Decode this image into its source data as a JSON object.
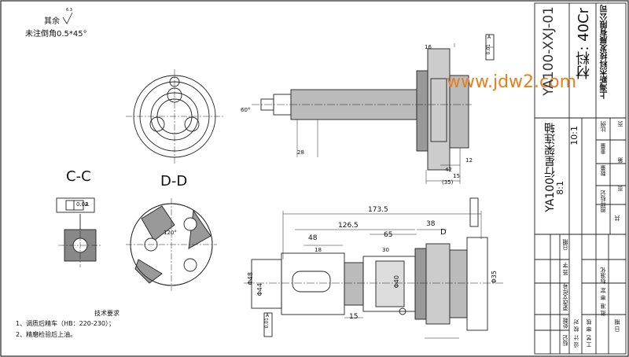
{
  "notes": {
    "rest_label": "其余",
    "roughness": "6.3",
    "chamfer": "未注倒角0.5*45°",
    "tech_title": "技术要求",
    "tech_1": "1、调质后精车（HB：220-230）；",
    "tech_2": "2、精磨检验后上油。"
  },
  "views": {
    "section_c": "C-C",
    "section_d": "D-D",
    "c_tol": "0.02",
    "c_datum": "A",
    "d_angle": "120°"
  },
  "watermark": "www.jdw2.com",
  "dims_top": {
    "d16": "16",
    "d60": "60°",
    "d28": "28",
    "d42": "42",
    "d12": "12",
    "d35": "(35)",
    "d15": "15",
    "tol": "0.01",
    "datum": "A"
  },
  "dims_bottom": {
    "d173": "173.5",
    "d126": "126.5",
    "d65": "65",
    "d48": "48",
    "d38": "38",
    "d30": "30",
    "d15": "15",
    "d18": "18",
    "phi48": "Φ48",
    "phi44": "Φ44",
    "phi40": "Φ40",
    "phi35": "Φ35",
    "sec_d": "D",
    "tol": "0.01",
    "datum": "A"
  },
  "title_block": {
    "drawing_no": "YA100-XXJ-01",
    "material": "材料: 40Cr",
    "company": "上海斯杰科技发展有限公司",
    "part_name": "YA100行星架连轴",
    "scale_a": "10:1",
    "scale_b": "8:1",
    "col_bili": "比例",
    "col_zhongliang": "重量",
    "col_shuliang": "数量",
    "col_tuyang": "图样标记",
    "col_gong": "共",
    "col_ye": "页",
    "col_di": "第",
    "col_ye2": "页",
    "rev_headers": [
      "标记",
      "处数",
      "更改文件号",
      "签 字",
      "日期"
    ],
    "sign_rows": [
      "设 计",
      "校 对",
      "审 核",
      "工 艺"
    ],
    "sign_rows2": [
      "标准化",
      "审 定",
      "批 准",
      "日 期"
    ]
  }
}
